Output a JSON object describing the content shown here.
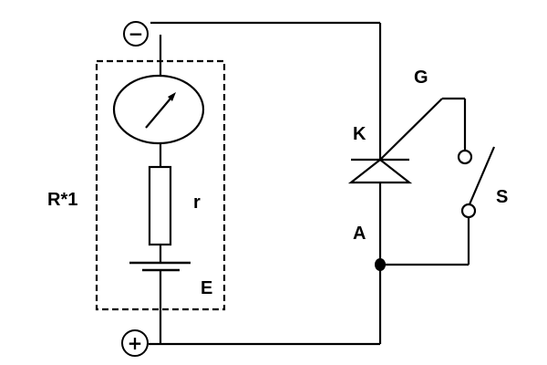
{
  "labels": {
    "meter_module": "R*1",
    "resistor": "r",
    "battery": "E",
    "cathode": "K",
    "anode": "A",
    "gate": "G",
    "switch": "S",
    "negative_terminal": "−",
    "positive_terminal": "+"
  },
  "colors": {
    "line": "#000000",
    "background": "#ffffff"
  },
  "icons": {
    "meter": "galvanometer-icon",
    "thyristor": "thyristor-icon",
    "switch": "switch-icon"
  }
}
